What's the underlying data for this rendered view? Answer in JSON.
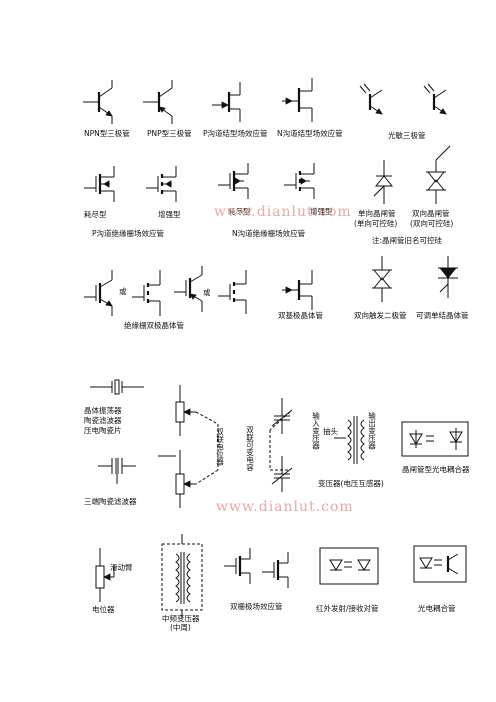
{
  "labels": {
    "npn": "NPN型三极管",
    "pnp": "PNP型三极管",
    "p_jfet": "P沟道结型场效应管",
    "n_jfet": "N沟道结型场效应管",
    "phototransistor": "光敏三极管",
    "enhancement": "耗尽型",
    "depletion": "增强型",
    "enhancement2": "耗尽型",
    "depletion2": "增强型",
    "p_mosfet": "P沟道绝缘栅场效应管",
    "n_mosfet": "N沟道绝缘栅场效应管",
    "scr_uni": "单向晶闸管",
    "scr_uni_sub": "(单向可控硅)",
    "scr_bi": "双向晶闸管",
    "scr_bi_sub": "(双向可控硅)",
    "scr_note": "注:晶闸管旧名可控硅",
    "or1": "或",
    "or2": "或",
    "igbt": "绝缘栅双极晶体管",
    "dual_gate": "双基极晶体管",
    "diac": "双向触发二极管",
    "put": "可调单结晶体管",
    "crystal_1": "晶体振荡器",
    "crystal_2": "陶瓷滤波器",
    "crystal_3": "压电陶瓷片",
    "ceramic3": "三端陶瓷滤波器",
    "dual_pot": "双联电位器",
    "dual_cap": "双联可变电容",
    "xfmr_in": "输入变压器",
    "xfmr_out": "输出变压器",
    "tap": "抽头",
    "xfmr": "变压器(电压互感器)",
    "scr_coupler": "晶闸管型光电耦合器",
    "pot": "电位器",
    "wiper": "滑动臂",
    "if_xfmr": "中频变压器",
    "if_xfmr_sub": "(中周)",
    "dual_gate_fet": "双栅极场效应管",
    "ir_pair": "红外发射/接收对管",
    "opto": "光电耦合管"
  },
  "watermarks": {
    "wm1": "www.dianlut.com",
    "wm2": "www.dianlut.com"
  }
}
